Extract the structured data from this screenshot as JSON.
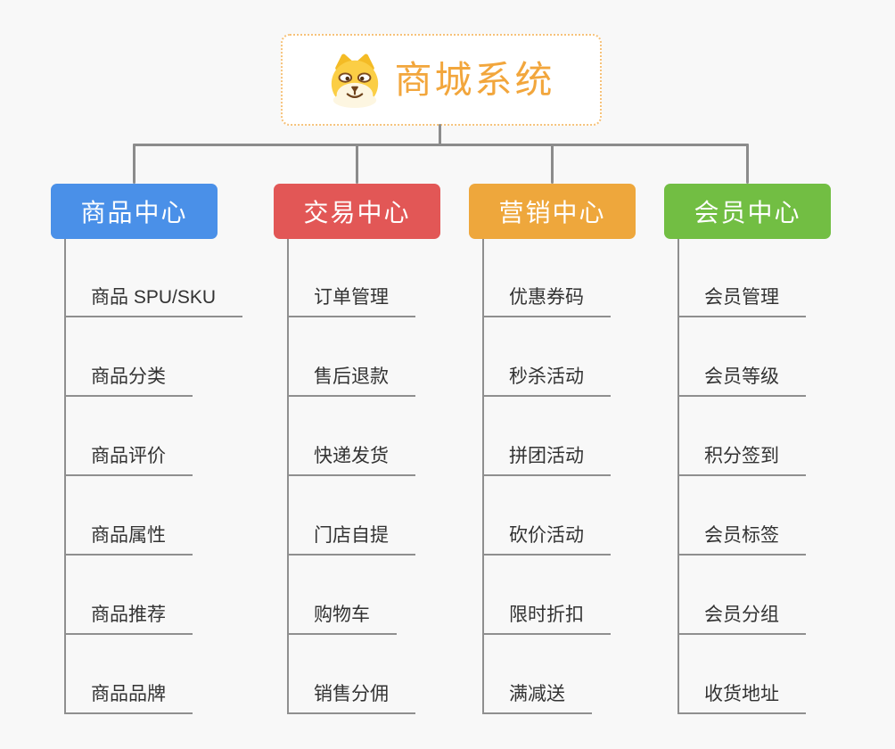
{
  "root": {
    "label": "商城系统"
  },
  "branches": [
    {
      "label": "商品中心",
      "color": "#4a90e8",
      "children": [
        "商品 SPU/SKU",
        "商品分类",
        "商品评价",
        "商品属性",
        "商品推荐",
        "商品品牌"
      ]
    },
    {
      "label": "交易中心",
      "color": "#e25756",
      "children": [
        "订单管理",
        "售后退款",
        "快递发货",
        "门店自提",
        "购物车",
        "销售分佣"
      ]
    },
    {
      "label": "营销中心",
      "color": "#eea73c",
      "children": [
        "优惠券码",
        "秒杀活动",
        "拼团活动",
        "砍价活动",
        "限时折扣",
        "满减送"
      ]
    },
    {
      "label": "会员中心",
      "color": "#72be43",
      "children": [
        "会员管理",
        "会员等级",
        "积分签到",
        "会员标签",
        "会员分组",
        "收货地址"
      ]
    }
  ],
  "colors": {
    "root_text": "#f2a63c",
    "root_border": "#f6c27a",
    "connector": "#8c8c8c",
    "leaf_text": "#333333",
    "background": "#f8f8f8"
  }
}
